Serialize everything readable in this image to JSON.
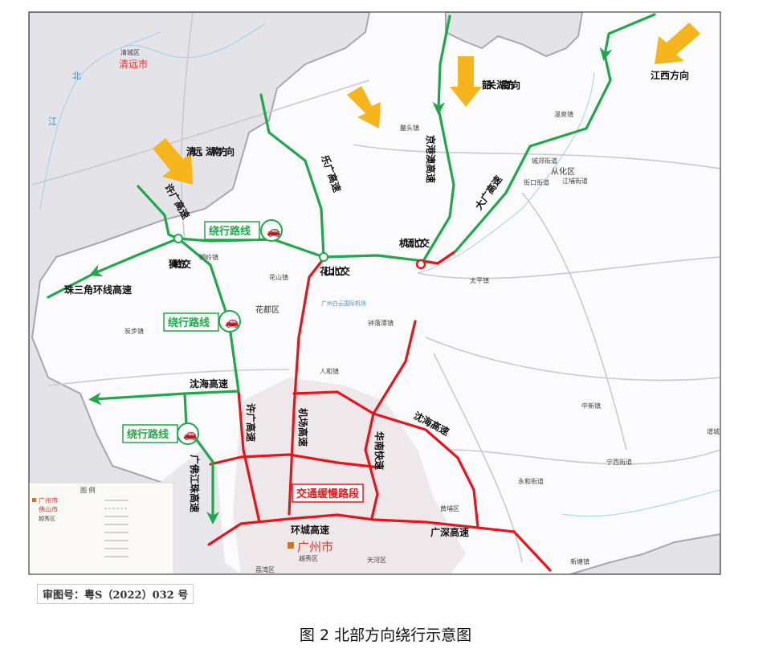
{
  "colors": {
    "detour_route": "#1fa84a",
    "congested_route": "#e8141b",
    "direction_arrow": "#f6b51c",
    "outside_area": "#e4e3e8",
    "urban_area": "#ece3e6"
  },
  "directions": {
    "qingyuan": "清远、湖南方向",
    "shaoguan": "韶关、湖南方向",
    "jiangxi": "江西方向"
  },
  "highways": {
    "xuguang_north": "许广高速",
    "leguang": "乐广高速",
    "jinggangao": "京港澳高速",
    "daguang": "大广高速",
    "pearl_ring": "珠三角环线高速",
    "shenhai_west": "沈海高速",
    "guangfo_jiangzhu": "广佛江珠高速",
    "xuguang_south": "许广高速",
    "airport": "机场高速",
    "huanan": "华南快速",
    "shenhai_east": "沈海高速",
    "ring": "环城高速",
    "guangshen": "广深高速"
  },
  "interchanges": {
    "shiling": "狮岭立交",
    "huashan_north": "花山北立交",
    "airport_north": "机场北立交"
  },
  "detour_label": "绕行路线",
  "congestion_label": "交通缓慢路段",
  "places": {
    "qingcheng": "清城区",
    "qingyuan_city": "清远市",
    "conghua": "从化区",
    "huadu": "花都区",
    "guangzhou_city": "广州市",
    "yuexiu": "越秀区",
    "tianhe": "天河区",
    "huangpu": "黄埔区",
    "liwan": "荔湾区",
    "airport": "广州白云国际机场",
    "zengcheng": "增城",
    "taiping": "太平镇",
    "huashan": "花山镇",
    "shiling_town": "狮岭镇",
    "tanbu": "炭步镇",
    "chengjiao": "城郊街道",
    "jiekou": "街口街道",
    "jiangpu": "江埔街道",
    "wenquan": "温泉镇",
    "aotou": "鳌头镇",
    "zhongluotan": "钟落潭镇",
    "renhe": "人和镇",
    "zhongxin": "中新镇",
    "ningxi": "宁西街道",
    "yonghe": "永和街道",
    "xintang": "新塘镇"
  },
  "river_labels": {
    "bei": "北",
    "jiang": "江"
  },
  "legend": {
    "title": "图 例",
    "items": [
      "广州市",
      "佛山市",
      "越秀区"
    ]
  },
  "approval": "审图号：粤S（2022）032 号",
  "caption": "图 2 北部方向绕行示意图"
}
